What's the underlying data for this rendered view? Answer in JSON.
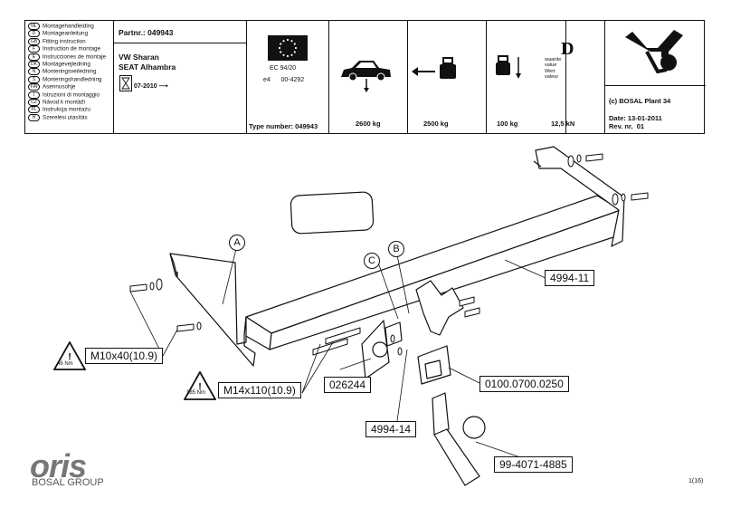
{
  "languages": [
    {
      "code": "NL",
      "text": "Montagehandleiding"
    },
    {
      "code": "D",
      "text": "Montageanleitung"
    },
    {
      "code": "GB",
      "text": "Fitting instruction"
    },
    {
      "code": "F",
      "text": "Instruction de montage"
    },
    {
      "code": "E",
      "text": "Instrucciones de montaje"
    },
    {
      "code": "DK",
      "text": "Montagevejledning"
    },
    {
      "code": "N",
      "text": "Monteringsveiledning"
    },
    {
      "code": "S",
      "text": "Monteringshandledning"
    },
    {
      "code": "FIN",
      "text": "Asennusohje"
    },
    {
      "code": "I",
      "text": "Istruzioni di montaggio"
    },
    {
      "code": "CZ",
      "text": "Návod k montáži"
    },
    {
      "code": "PL",
      "text": "Instrukcja montażu"
    },
    {
      "code": "H",
      "text": "Szerelési utasítás"
    }
  ],
  "header": {
    "part_number": "Partnr.: 049943",
    "vehicle_line1": "VW Sharan",
    "vehicle_line2": "SEAT Alhambra",
    "date_from": "07-2010",
    "approval_standard": "EC 94/20",
    "approval_code": "e4      00-4292",
    "type_number": "Type number: 049943",
    "max_vehicle_weight": "2600 kg",
    "max_trailer_weight": "2500 kg",
    "max_vertical_load": "100 kg",
    "d_symbol": "D",
    "d_labels": [
      "waarde",
      "value",
      "Wert",
      "valeur"
    ],
    "d_value": "12,5 kN",
    "producer": "(c) BOSAL Plant 34",
    "date": "Date: 13-01-2011",
    "revision": "Rev. nr.  01"
  },
  "diagram": {
    "label_a": "A",
    "label_b": "B",
    "label_c": "C",
    "part_crossbar": "4994-11",
    "part_bracket": "026244",
    "part_washer": "4994-14",
    "part_socket": "0100.0700.0250",
    "part_ball": "99-4071-4885",
    "bolt_small": "M10x40(10.9)",
    "torque_small": "46 Nm",
    "bolt_large": "M14x110(10.9)",
    "torque_large": "185 Nm"
  },
  "brand": {
    "logo": "oris",
    "group": "BOSAL GROUP"
  },
  "page_number": "1(16)"
}
